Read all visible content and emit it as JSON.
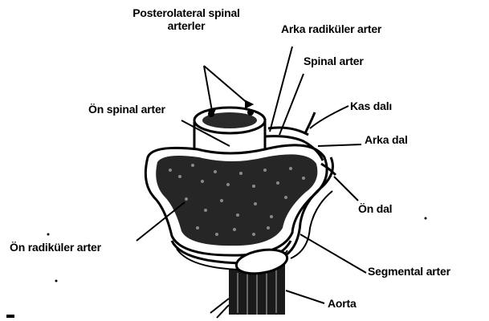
{
  "labels": {
    "posterolateral": "Posterolateral spinal arterler",
    "arka_radikuler": "Arka radiküler arter",
    "spinal_arter": "Spinal arter",
    "kas_dali": "Kas dalı",
    "arka_dal": "Arka dal",
    "on_spinal": "Ön spinal arter",
    "on_dal": "Ön dal",
    "on_radikuler": "Ön radiküler arter",
    "segmental": "Segmental arter",
    "aorta": "Aorta"
  },
  "colors": {
    "ink": "#000000",
    "background": "#ffffff"
  }
}
